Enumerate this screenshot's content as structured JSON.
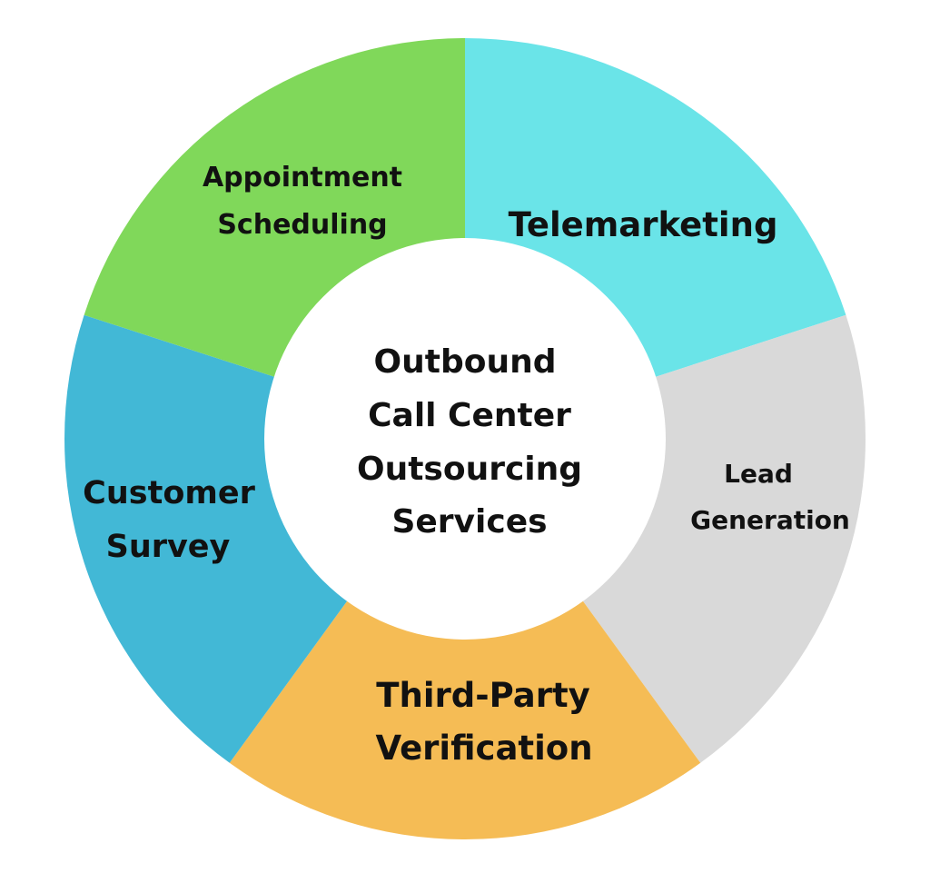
{
  "center": {
    "lines": [
      "Outbound",
      "Call Center",
      "Outsourcing",
      "Services"
    ]
  },
  "segments": [
    {
      "lines": [
        "Telemarketing"
      ],
      "color": "#6ae4e8"
    },
    {
      "lines": [
        "Lead",
        "Generation"
      ],
      "color": "#d9d9d9"
    },
    {
      "lines": [
        "Third-Party",
        "Verification"
      ],
      "color": "#f5bc55"
    },
    {
      "lines": [
        "Customer",
        "Survey"
      ],
      "color": "#42b8d6"
    },
    {
      "lines": [
        "Appointment",
        "Scheduling"
      ],
      "color": "#80d85a"
    }
  ]
}
